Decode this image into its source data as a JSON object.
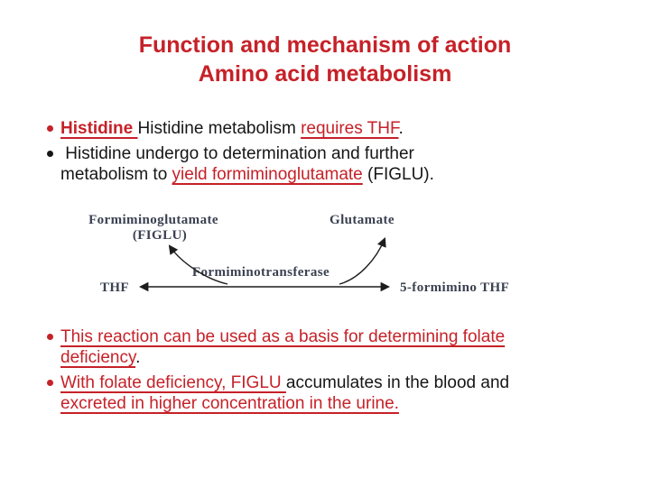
{
  "title": {
    "line1": "Function and mechanism of action",
    "line2": "Amino acid metabolism"
  },
  "colors": {
    "accent_red": "#c62128",
    "body_black": "#161616",
    "diagram_ink": "#3a4151"
  },
  "bullets_top": [
    {
      "s0": "Histidine ",
      "s1": "Histidine metabolism ",
      "s2": "requires THF",
      "s3": "."
    },
    {
      "line1": " Histidine undergo to determination and further",
      "line2a": "metabolism to ",
      "line2b": "yield formiminoglutamate",
      "line2c": " (FIGLU)."
    }
  ],
  "bullets_bottom": [
    {
      "line1": "This reaction can be used as a basis for determining folate",
      "line2a": "deficiency",
      "line2b": "."
    },
    {
      "s0": "With folate deficiency, FIGLU ",
      "s1": "accumulates in the blood and",
      "line2": "excreted in higher concentration in the urine."
    }
  ],
  "diagram": {
    "product_left_line1": "Formiminoglutamate",
    "product_left_line2": "(FIGLU)",
    "product_right": "Glutamate",
    "enzyme": "Formiminotransferase",
    "substrate_left": "THF",
    "substrate_right": "5-formimino THF"
  }
}
